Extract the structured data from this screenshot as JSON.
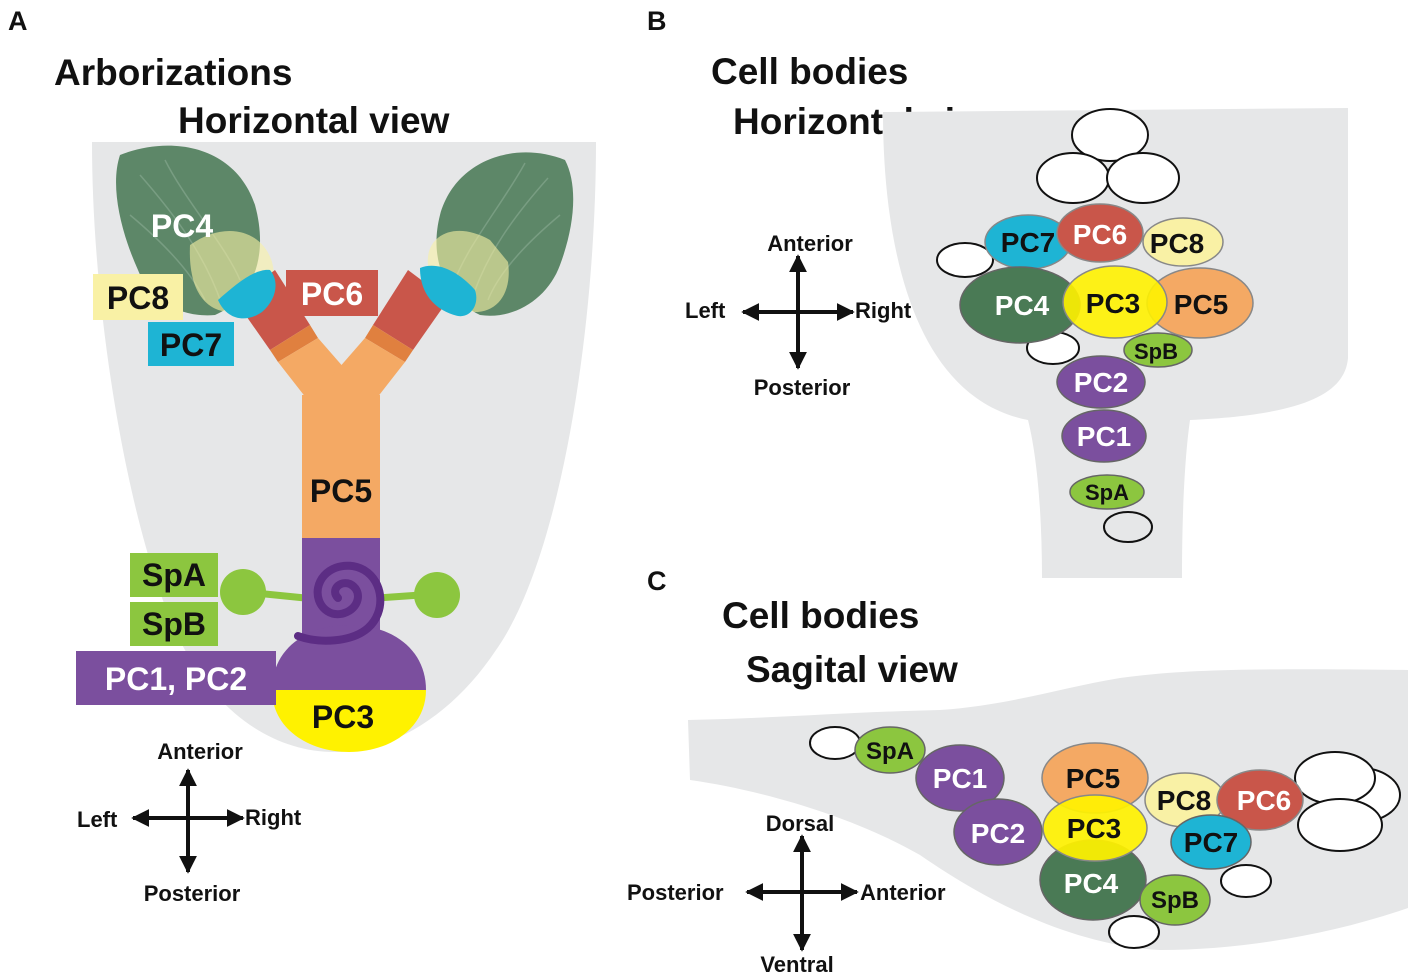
{
  "panels": {
    "a": {
      "letter": "A",
      "title_line1": "Arborizations",
      "title_line2": "Horizontal view",
      "labels": {
        "pc4": "PC4",
        "pc8": "PC8",
        "pc6": "PC6",
        "pc7": "PC7",
        "pc5": "PC5",
        "spa": "SpA",
        "spb": "SpB",
        "pc1pc2": "PC1, PC2",
        "pc3": "PC3"
      },
      "compass": {
        "up": "Anterior",
        "left": "Left",
        "right": "Right",
        "down": "Posterior"
      }
    },
    "b": {
      "letter": "B",
      "title_line1": "Cell bodies",
      "title_line2": "Horizontal view",
      "cells": {
        "pc7": "PC7",
        "pc6": "PC6",
        "pc8": "PC8",
        "pc4": "PC4",
        "pc3": "PC3",
        "pc5": "PC5",
        "spb": "SpB",
        "pc2": "PC2",
        "pc1": "PC1",
        "spa": "SpA"
      },
      "compass": {
        "up": "Anterior",
        "left": "Left",
        "right": "Right",
        "down": "Posterior"
      }
    },
    "c": {
      "letter": "C",
      "title_line1": "Cell bodies",
      "title_line2": "Sagital view",
      "cells": {
        "spa": "SpA",
        "pc1": "PC1",
        "pc2": "PC2",
        "pc5": "PC5",
        "pc3": "PC3",
        "pc4": "PC4",
        "pc8": "PC8",
        "pc6": "PC6",
        "pc7": "PC7",
        "spb": "SpB"
      },
      "compass": {
        "up": "Dorsal",
        "left": "Posterior",
        "right": "Anterior",
        "down": "Ventral"
      }
    }
  },
  "colors": {
    "tissue": "#e6e7e8",
    "pc1_pc2": "#7b4f9e",
    "pc3": "#fff200",
    "pc4": "#4a7a55",
    "pc5": "#f4a964",
    "pc6": "#c9564a",
    "pc7": "#1eb4d4",
    "pc8": "#f9f1a5",
    "sp": "#8cc63f"
  }
}
